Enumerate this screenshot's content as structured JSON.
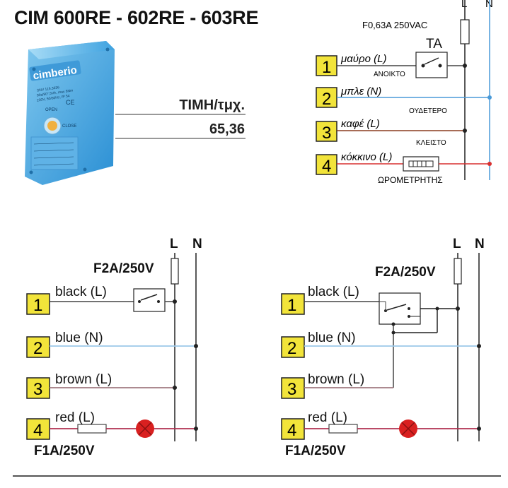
{
  "header": {
    "title": "CIM 600RE - 602RE - 603RE"
  },
  "price": {
    "label": "ΤΙΜΗ/τμχ.",
    "value": "65,36"
  },
  "product": {
    "brand": "cimberio",
    "lines": [
      "SNV 115.3636",
      "90s/90°,5VA, max 8Nm",
      "230V, 50/60Hz, IP 54"
    ],
    "open": "OPEN",
    "close": "CLOSE",
    "ce": "CE"
  },
  "greek_diagram": {
    "fuse": "F0,63A 250VAC",
    "L": "L",
    "N": "N",
    "ta": "TA",
    "terminals": [
      {
        "num": "1",
        "label": "μαύρο (L)",
        "sub": "ΑΝΟΙΚΤΟ",
        "color": "#444444"
      },
      {
        "num": "2",
        "label": "μπλε (N)",
        "sub": "ΟΥΔΕΤΕΡΟ",
        "color": "#4a9ad8"
      },
      {
        "num": "3",
        "label": "καφέ (L)",
        "sub": "ΚΛΕΙΣΤΟ",
        "color": "#8a3b1f"
      },
      {
        "num": "4",
        "label": "κόκκινο (L)",
        "sub": "ΩΡΟΜΕΤΡΗΤΗΣ",
        "color": "#d83030"
      }
    ]
  },
  "left_diagram": {
    "fuse": "F2A/250V",
    "fuse_bottom": "F1A/250V",
    "L": "L",
    "N": "N",
    "terminals": [
      {
        "num": "1",
        "label": "black (L)"
      },
      {
        "num": "2",
        "label": "blue (N)"
      },
      {
        "num": "3",
        "label": "brown (L)"
      },
      {
        "num": "4",
        "label": "red (L)"
      }
    ]
  },
  "right_diagram": {
    "fuse": "F2A/250V",
    "fuse_bottom": "F1A/250V",
    "L": "L",
    "N": "N",
    "terminals": [
      {
        "num": "1",
        "label": "black (L)"
      },
      {
        "num": "2",
        "label": "blue (N)"
      },
      {
        "num": "3",
        "label": "brown (L)"
      },
      {
        "num": "4",
        "label": "red (L)"
      }
    ]
  },
  "colors": {
    "terminal_box": "#f2e43a",
    "blue_wire": "#9cc8e8",
    "brown_wire": "#a07a80",
    "red_wire": "#b03050",
    "lamp": "#d92020"
  }
}
